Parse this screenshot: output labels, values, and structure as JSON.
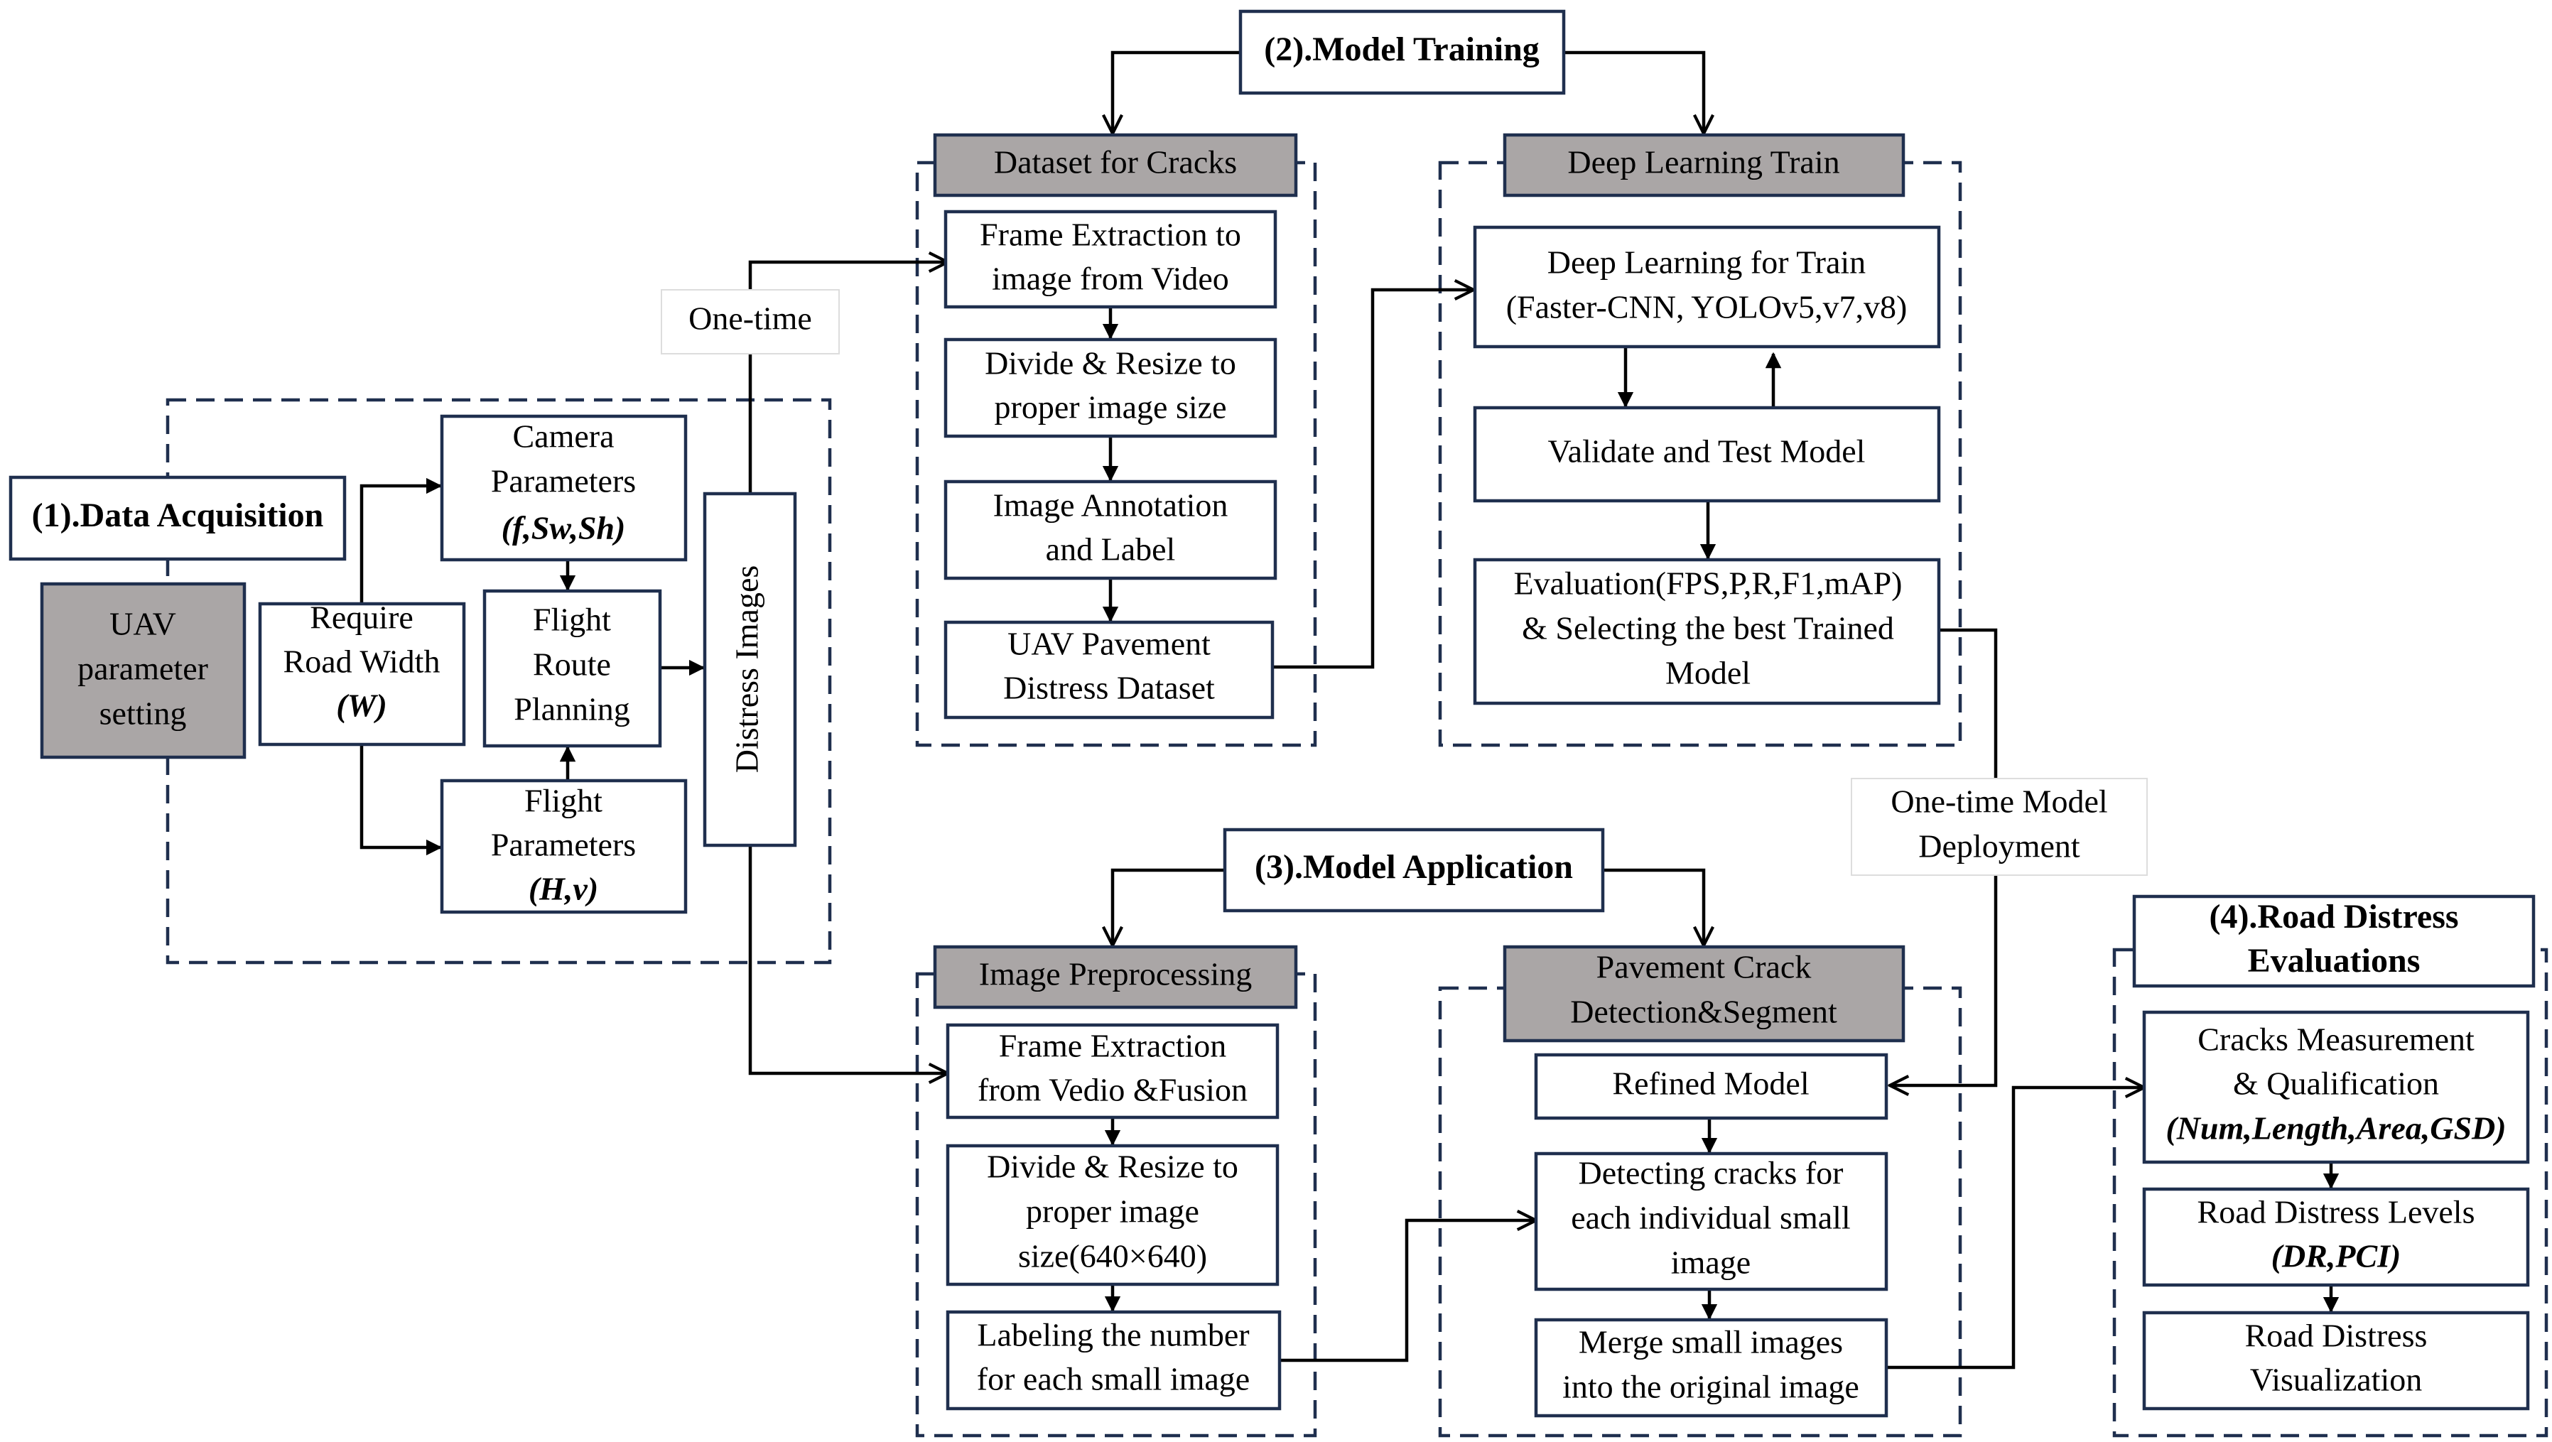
{
  "sections": {
    "data_acquisition": "(1).Data Acquisition",
    "model_training": "(2).Model Training",
    "model_application": "(3).Model Application",
    "road_distress_evaluations": [
      "(4).Road Distress",
      "Evaluations"
    ]
  },
  "acquisition": {
    "uav_setting": [
      "UAV",
      "parameter",
      "setting"
    ],
    "require_width": [
      "Require",
      "Road Width",
      "(W)"
    ],
    "camera_params": [
      "Camera",
      "Parameters",
      "(f,Sw,Sh)"
    ],
    "flight_route": [
      "Flight",
      "Route",
      "Planning"
    ],
    "flight_params": [
      "Flight",
      "Parameters",
      "(H,v)"
    ],
    "distress_images": "Distress Images"
  },
  "connector_labels": {
    "one_time": "One-time",
    "deployment": [
      "One-time Model",
      "Deployment"
    ]
  },
  "dataset": {
    "header": "Dataset for Cracks",
    "frame_extraction": [
      "Frame Extraction to",
      "image from Video"
    ],
    "divide_resize": [
      "Divide & Resize to",
      "proper image size"
    ],
    "annotation": [
      "Image Annotation",
      "and Label"
    ],
    "uav_dataset": [
      "UAV Pavement",
      "Distress Dataset"
    ]
  },
  "training": {
    "header": "Deep Learning Train",
    "dl_train": [
      "Deep Learning for Train",
      "(Faster-CNN, YOLOv5,v7,v8)"
    ],
    "validate": "Validate and Test Model",
    "evaluation": [
      "Evaluation(FPS,P,R,F1,mAP)",
      "& Selecting the best Trained",
      "Model"
    ]
  },
  "preprocessing": {
    "header": "Image Preprocessing",
    "frame_extraction": [
      "Frame Extraction",
      "from Vedio &Fusion"
    ],
    "divide_resize": [
      "Divide & Resize to",
      "proper image",
      "size(640×640)"
    ],
    "labeling": [
      "Labeling the number",
      "for each small image"
    ]
  },
  "detection": {
    "header": [
      "Pavement Crack",
      "Detection&Segment"
    ],
    "refined_model": "Refined Model",
    "detecting": [
      "Detecting cracks for",
      "each individual small",
      "image"
    ],
    "merge": [
      "Merge small images",
      "into the original image"
    ]
  },
  "evaluations": {
    "measurement": [
      "Cracks Measurement",
      "& Qualification",
      "(Num,Length,Area,GSD)"
    ],
    "levels": [
      "Road Distress Levels",
      "(DR,PCI)"
    ],
    "visualization": [
      "Road Distress",
      "Visualization"
    ]
  }
}
